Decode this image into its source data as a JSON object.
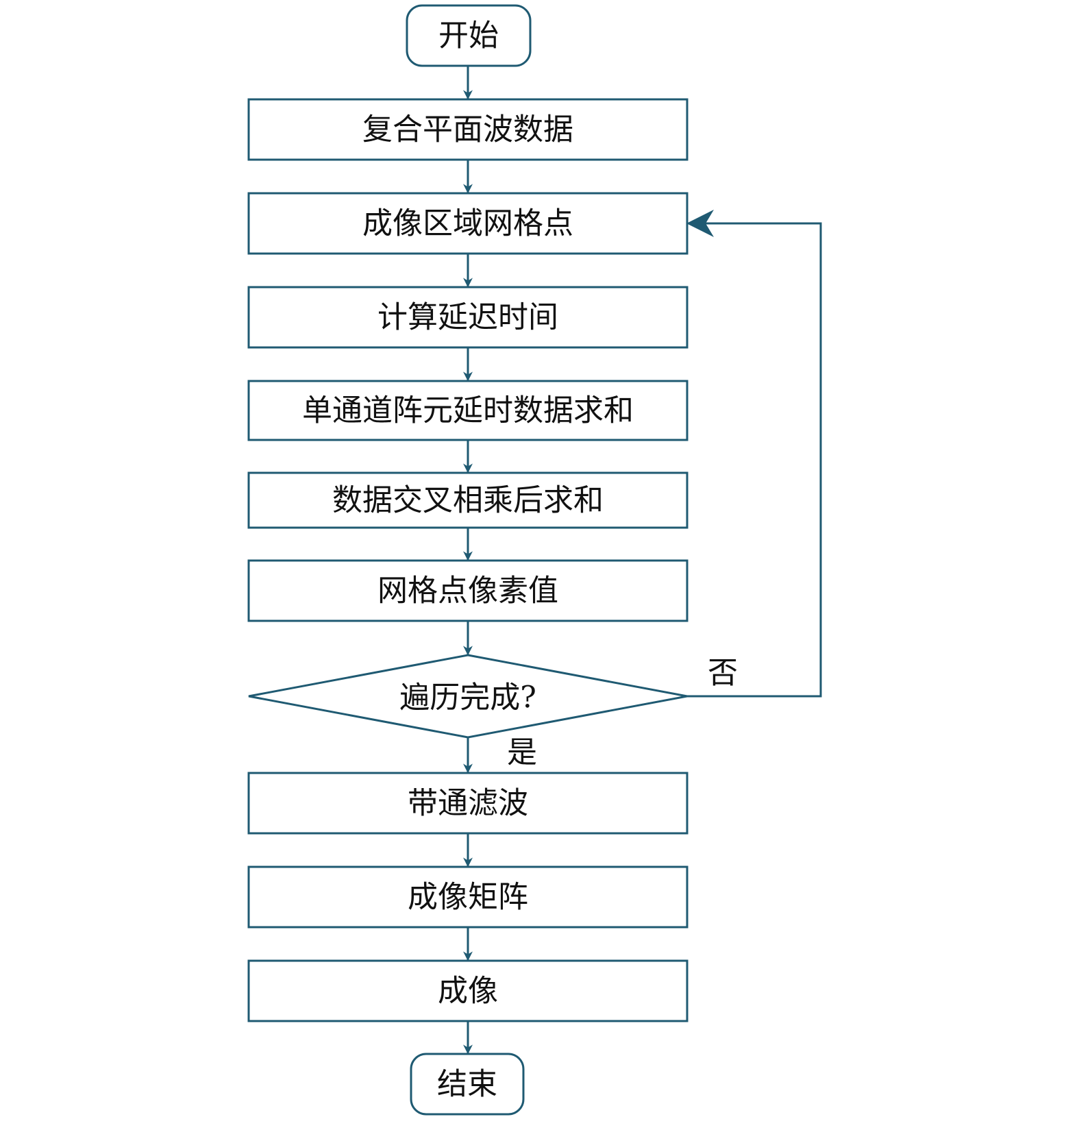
{
  "colors": {
    "stroke": "#1f5a72",
    "fill": "#ffffff",
    "text": "#111111"
  },
  "nodes": {
    "start": {
      "label": "开始",
      "shape": "rounded"
    },
    "plane_wave_data": {
      "label": "复合平面波数据",
      "shape": "rect"
    },
    "grid_points": {
      "label": "成像区域网格点",
      "shape": "rect"
    },
    "delay_time": {
      "label": "计算延迟时间",
      "shape": "rect"
    },
    "channel_sum": {
      "label": "单通道阵元延时数据求和",
      "shape": "rect"
    },
    "cross_multiply_sum": {
      "label": "数据交叉相乘后求和",
      "shape": "rect"
    },
    "pixel_value": {
      "label": "网格点像素值",
      "shape": "rect"
    },
    "traverse_done": {
      "label": "遍历完成?",
      "shape": "diamond"
    },
    "bandpass_filter": {
      "label": "带通滤波",
      "shape": "rect"
    },
    "imaging_matrix": {
      "label": "成像矩阵",
      "shape": "rect"
    },
    "imaging": {
      "label": "成像",
      "shape": "rect"
    },
    "end": {
      "label": "结束",
      "shape": "rounded"
    }
  },
  "edges": [
    {
      "from": "start",
      "to": "plane_wave_data"
    },
    {
      "from": "plane_wave_data",
      "to": "grid_points"
    },
    {
      "from": "grid_points",
      "to": "delay_time"
    },
    {
      "from": "delay_time",
      "to": "channel_sum"
    },
    {
      "from": "channel_sum",
      "to": "cross_multiply_sum"
    },
    {
      "from": "cross_multiply_sum",
      "to": "pixel_value"
    },
    {
      "from": "pixel_value",
      "to": "traverse_done"
    },
    {
      "from": "traverse_done",
      "to": "bandpass_filter",
      "label": "是"
    },
    {
      "from": "traverse_done",
      "to": "grid_points",
      "label": "否"
    },
    {
      "from": "bandpass_filter",
      "to": "imaging_matrix"
    },
    {
      "from": "imaging_matrix",
      "to": "imaging"
    },
    {
      "from": "imaging",
      "to": "end"
    }
  ]
}
